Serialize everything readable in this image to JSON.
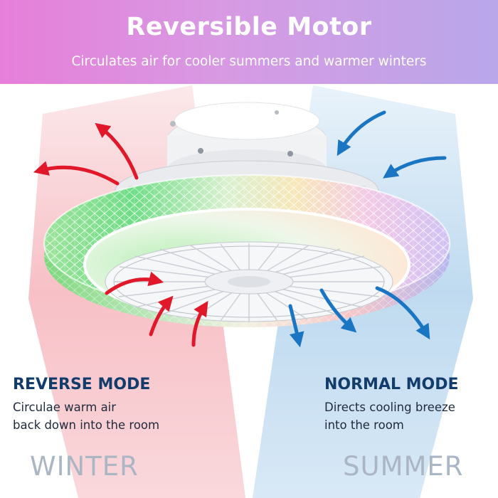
{
  "header": {
    "title": "Reversible Motor",
    "subtitle": "Circulates air for cooler summers and warmer winters"
  },
  "reverse_mode": {
    "title": "REVERSE MODE",
    "description_lines": [
      "Circulae warm air",
      "back down into the room"
    ],
    "season": "WINTER",
    "arrow_color": "#e0182a"
  },
  "normal_mode": {
    "title": "NORMAL MODE",
    "description_lines": [
      "Directs cooling breeze",
      "into the room"
    ],
    "season": "SUMMER",
    "arrow_color": "#1a76c2"
  },
  "colors": {
    "header_gradient_start": "#e67fd9",
    "header_gradient_end": "#b9a7ea",
    "winter_tint": "#f4a9b3",
    "summer_tint": "#a9cde9",
    "mode_title": "#123c6b"
  }
}
